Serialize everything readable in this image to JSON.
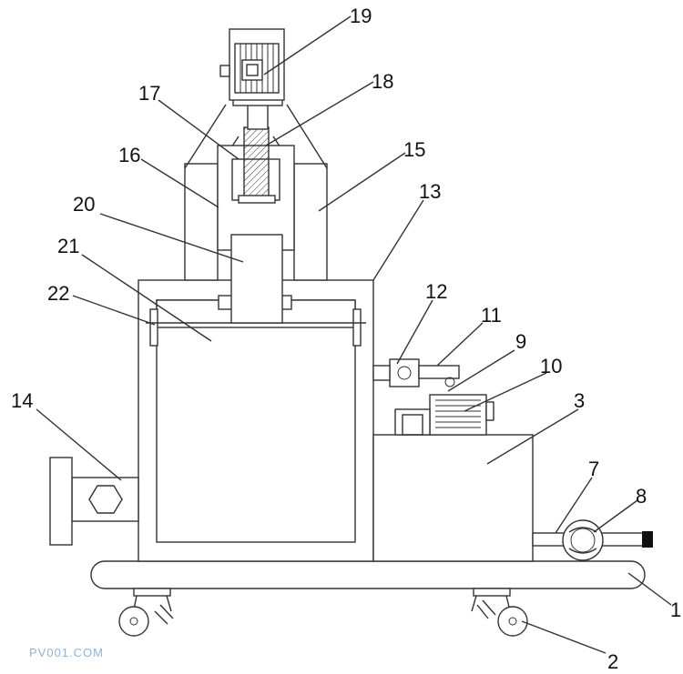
{
  "diagram": {
    "labels": [
      "1",
      "2",
      "3",
      "7",
      "8",
      "9",
      "10",
      "11",
      "12",
      "13",
      "14",
      "15",
      "16",
      "17",
      "18",
      "19",
      "20",
      "21",
      "22"
    ]
  },
  "watermark": "PV001.COM"
}
